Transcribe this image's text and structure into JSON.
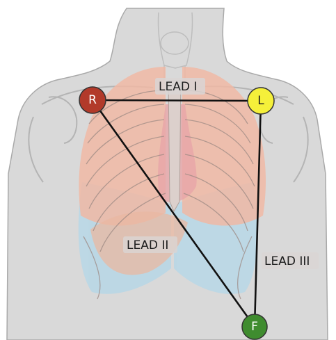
{
  "diagram": {
    "electrodes": {
      "right": {
        "label": "R",
        "color": "#b23a2a"
      },
      "left": {
        "label": "L",
        "color": "#f5f03a"
      },
      "foot": {
        "label": "F",
        "color": "#3f8c2f"
      }
    },
    "leads": {
      "lead_i": "LEAD I",
      "lead_ii": "LEAD II",
      "lead_iii": "LEAD III"
    },
    "colors": {
      "body": "#d7d7d7",
      "body_outline": "#a9a9a9",
      "lungs_upper": "#f0b9a4",
      "lungs_lower": "#b9d7e6",
      "heart": "#e7a5a7",
      "lead_line": "#111111",
      "label_box": "#d9d5d3"
    }
  }
}
